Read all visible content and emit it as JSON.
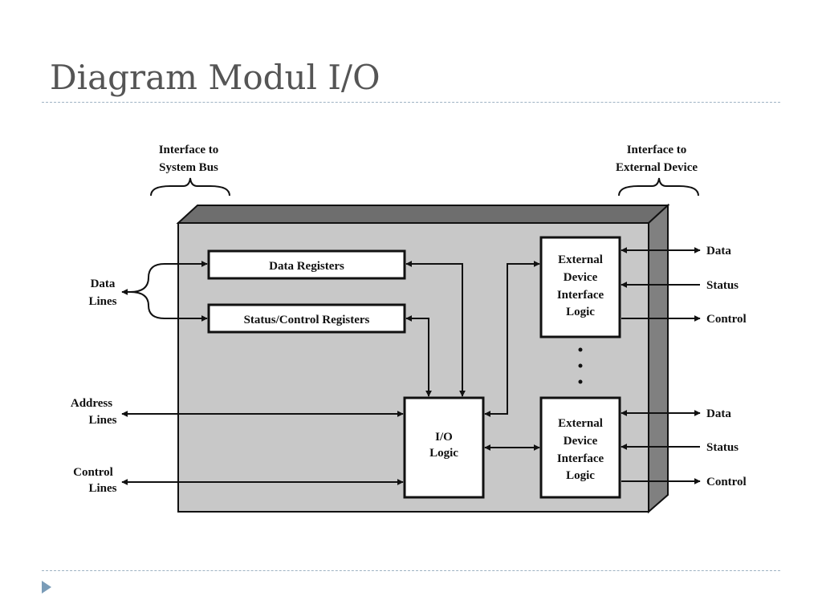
{
  "slide": {
    "title": "Diagram Modul I/O"
  },
  "diagram": {
    "header_left": [
      "Interface to",
      "System Bus"
    ],
    "header_right": [
      "Interface to",
      "External Device"
    ],
    "left_labels": {
      "data_lines": [
        "Data",
        "Lines"
      ],
      "address_lines": [
        "Address",
        "Lines"
      ],
      "control_lines": [
        "Control",
        "Lines"
      ]
    },
    "boxes": {
      "data_registers": "Data Registers",
      "status_control_registers": "Status/Control Registers",
      "io_logic": [
        "I/O",
        "Logic"
      ],
      "ext_device_logic": [
        "External",
        "Device",
        "Interface",
        "Logic"
      ]
    },
    "right_labels": {
      "data": "Data",
      "status": "Status",
      "control": "Control"
    },
    "colors": {
      "panel_face": "#c8c8c8",
      "panel_top": "#6e6e6e",
      "panel_side": "#808080",
      "ink": "#111111"
    }
  }
}
